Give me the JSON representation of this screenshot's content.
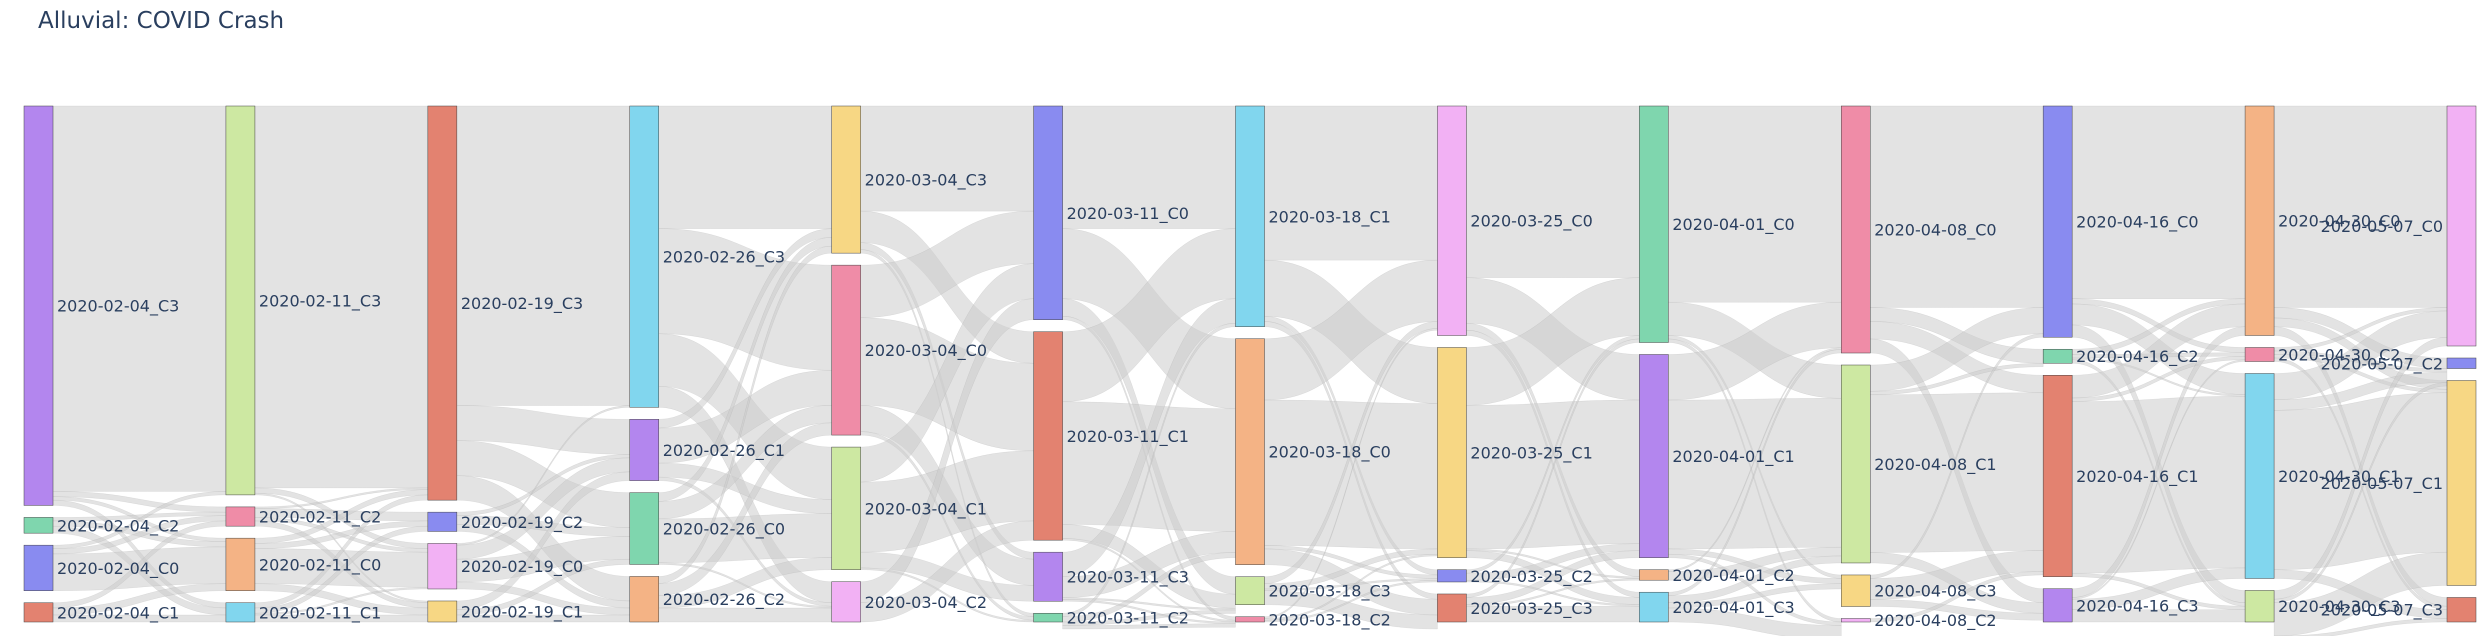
{
  "chart_data": {
    "type": "sankey",
    "title": "Alluvial: COVID Crash",
    "link_color": "#cccccc",
    "columns": [
      {
        "date": "2020-02-04",
        "nodes": [
          {
            "id": "2020-02-04_C3",
            "label": "2020-02-04_C3",
            "size": 228,
            "color": "#b386ee"
          },
          {
            "id": "2020-02-04_C2",
            "label": "2020-02-04_C2",
            "size": 9,
            "color": "#7fd6ae"
          },
          {
            "id": "2020-02-04_C0",
            "label": "2020-02-04_C0",
            "size": 26,
            "color": "#898bf0"
          },
          {
            "id": "2020-02-04_C1",
            "label": "2020-02-04_C1",
            "size": 11,
            "color": "#e38270"
          }
        ]
      },
      {
        "date": "2020-02-11",
        "nodes": [
          {
            "id": "2020-02-11_C3",
            "label": "2020-02-11_C3",
            "size": 222,
            "color": "#cde8a2"
          },
          {
            "id": "2020-02-11_C2",
            "label": "2020-02-11_C2",
            "size": 11,
            "color": "#ef8ca7"
          },
          {
            "id": "2020-02-11_C0",
            "label": "2020-02-11_C0",
            "size": 30,
            "color": "#f4b385"
          },
          {
            "id": "2020-02-11_C1",
            "label": "2020-02-11_C1",
            "size": 11,
            "color": "#81d6ee"
          }
        ]
      },
      {
        "date": "2020-02-19",
        "nodes": [
          {
            "id": "2020-02-19_C3",
            "label": "2020-02-19_C3",
            "size": 225,
            "color": "#e38270"
          },
          {
            "id": "2020-02-19_C2",
            "label": "2020-02-19_C2",
            "size": 11,
            "color": "#898bf0"
          },
          {
            "id": "2020-02-19_C0",
            "label": "2020-02-19_C0",
            "size": 26,
            "color": "#f2b1f4"
          },
          {
            "id": "2020-02-19_C1",
            "label": "2020-02-19_C1",
            "size": 12,
            "color": "#f7d784"
          }
        ]
      },
      {
        "date": "2020-02-26",
        "nodes": [
          {
            "id": "2020-02-26_C3",
            "label": "2020-02-26_C3",
            "size": 172,
            "color": "#81d6ee"
          },
          {
            "id": "2020-02-26_C1",
            "label": "2020-02-26_C1",
            "size": 35,
            "color": "#b386ee"
          },
          {
            "id": "2020-02-26_C0",
            "label": "2020-02-26_C0",
            "size": 41,
            "color": "#7fd6ae"
          },
          {
            "id": "2020-02-26_C2",
            "label": "2020-02-26_C2",
            "size": 26,
            "color": "#f4b385"
          }
        ]
      },
      {
        "date": "2020-03-04",
        "nodes": [
          {
            "id": "2020-03-04_C3",
            "label": "2020-03-04_C3",
            "size": 84,
            "color": "#f7d784"
          },
          {
            "id": "2020-03-04_C0",
            "label": "2020-03-04_C0",
            "size": 97,
            "color": "#ef8ca7"
          },
          {
            "id": "2020-03-04_C1",
            "label": "2020-03-04_C1",
            "size": 70,
            "color": "#cde8a2"
          },
          {
            "id": "2020-03-04_C2",
            "label": "2020-03-04_C2",
            "size": 23,
            "color": "#f2b1f4"
          }
        ]
      },
      {
        "date": "2020-03-11",
        "nodes": [
          {
            "id": "2020-03-11_C0",
            "label": "2020-03-11_C0",
            "size": 122,
            "color": "#898bf0"
          },
          {
            "id": "2020-03-11_C1",
            "label": "2020-03-11_C1",
            "size": 119,
            "color": "#e38270"
          },
          {
            "id": "2020-03-11_C3",
            "label": "2020-03-11_C3",
            "size": 28,
            "color": "#b386ee"
          },
          {
            "id": "2020-03-11_C2",
            "label": "2020-03-11_C2",
            "size": 5,
            "color": "#7fd6ae"
          }
        ]
      },
      {
        "date": "2020-03-18",
        "nodes": [
          {
            "id": "2020-03-18_C1",
            "label": "2020-03-18_C1",
            "size": 126,
            "color": "#81d6ee"
          },
          {
            "id": "2020-03-18_C0",
            "label": "2020-03-18_C0",
            "size": 129,
            "color": "#f4b385"
          },
          {
            "id": "2020-03-18_C3",
            "label": "2020-03-18_C3",
            "size": 16,
            "color": "#cde8a2"
          },
          {
            "id": "2020-03-18_C2",
            "label": "2020-03-18_C2",
            "size": 3,
            "color": "#ef8ca7"
          }
        ]
      },
      {
        "date": "2020-03-25",
        "nodes": [
          {
            "id": "2020-03-25_C0",
            "label": "2020-03-25_C0",
            "size": 131,
            "color": "#f2b1f4"
          },
          {
            "id": "2020-03-25_C1",
            "label": "2020-03-25_C1",
            "size": 120,
            "color": "#f7d784"
          },
          {
            "id": "2020-03-25_C2",
            "label": "2020-03-25_C2",
            "size": 7,
            "color": "#898bf0"
          },
          {
            "id": "2020-03-25_C3",
            "label": "2020-03-25_C3",
            "size": 16,
            "color": "#e38270"
          }
        ]
      },
      {
        "date": "2020-04-01",
        "nodes": [
          {
            "id": "2020-04-01_C0",
            "label": "2020-04-01_C0",
            "size": 135,
            "color": "#7fd6ae"
          },
          {
            "id": "2020-04-01_C1",
            "label": "2020-04-01_C1",
            "size": 116,
            "color": "#b386ee"
          },
          {
            "id": "2020-04-01_C2",
            "label": "2020-04-01_C2",
            "size": 6,
            "color": "#f4b385"
          },
          {
            "id": "2020-04-01_C3",
            "label": "2020-04-01_C3",
            "size": 17,
            "color": "#81d6ee"
          }
        ]
      },
      {
        "date": "2020-04-08",
        "nodes": [
          {
            "id": "2020-04-08_C0",
            "label": "2020-04-08_C0",
            "size": 141,
            "color": "#ef8ca7"
          },
          {
            "id": "2020-04-08_C1",
            "label": "2020-04-08_C1",
            "size": 113,
            "color": "#cde8a2"
          },
          {
            "id": "2020-04-08_C3",
            "label": "2020-04-08_C3",
            "size": 18,
            "color": "#f7d784"
          },
          {
            "id": "2020-04-08_C2",
            "label": "2020-04-08_C2",
            "size": 2,
            "color": "#f2b1f4"
          }
        ]
      },
      {
        "date": "2020-04-16",
        "nodes": [
          {
            "id": "2020-04-16_C0",
            "label": "2020-04-16_C0",
            "size": 132,
            "color": "#898bf0"
          },
          {
            "id": "2020-04-16_C2",
            "label": "2020-04-16_C2",
            "size": 8,
            "color": "#7fd6ae"
          },
          {
            "id": "2020-04-16_C1",
            "label": "2020-04-16_C1",
            "size": 115,
            "color": "#e38270"
          },
          {
            "id": "2020-04-16_C3",
            "label": "2020-04-16_C3",
            "size": 19,
            "color": "#b386ee"
          }
        ]
      },
      {
        "date": "2020-04-30",
        "nodes": [
          {
            "id": "2020-04-30_C0",
            "label": "2020-04-30_C0",
            "size": 131,
            "color": "#f4b385"
          },
          {
            "id": "2020-04-30_C2",
            "label": "2020-04-30_C2",
            "size": 8,
            "color": "#ef8ca7"
          },
          {
            "id": "2020-04-30_C1",
            "label": "2020-04-30_C1",
            "size": 117,
            "color": "#81d6ee"
          },
          {
            "id": "2020-04-30_C3",
            "label": "2020-04-30_C3",
            "size": 18,
            "color": "#cde8a2"
          }
        ]
      },
      {
        "date": "2020-05-07",
        "nodes": [
          {
            "id": "2020-05-07_C0",
            "label": "2020-05-07_C0",
            "size": 137,
            "color": "#f2b1f4"
          },
          {
            "id": "2020-05-07_C2",
            "label": "2020-05-07_C2",
            "size": 6,
            "color": "#898bf0"
          },
          {
            "id": "2020-05-07_C1",
            "label": "2020-05-07_C1",
            "size": 117,
            "color": "#f7d784"
          },
          {
            "id": "2020-05-07_C3",
            "label": "2020-05-07_C3",
            "size": 14,
            "color": "#e38270"
          }
        ]
      }
    ],
    "flows": [
      [
        [
          220,
          3,
          2,
          3
        ],
        [
          0,
          2,
          3,
          4
        ],
        [
          2,
          3,
          21,
          0
        ],
        [
          0,
          3,
          4,
          4
        ]
      ],
      [
        [
          218,
          0,
          3,
          1
        ],
        [
          1,
          5,
          2,
          3
        ],
        [
          3,
          3,
          20,
          4
        ],
        [
          3,
          3,
          1,
          4
        ]
      ],
      [
        [
          171,
          20,
          20,
          14
        ],
        [
          0,
          2,
          5,
          4
        ],
        [
          1,
          8,
          13,
          4
        ],
        [
          0,
          5,
          3,
          4
        ]
      ],
      [
        [
          70,
          60,
          30,
          12
        ],
        [
          5,
          20,
          8,
          2
        ],
        [
          5,
          10,
          25,
          1
        ],
        [
          4,
          7,
          7,
          8
        ]
      ],
      [
        [
          60,
          18,
          4,
          2
        ],
        [
          30,
          50,
          15,
          2
        ],
        [
          20,
          40,
          9,
          1
        ],
        [
          12,
          11,
          0,
          0
        ]
      ],
      [
        [
          70,
          40,
          10,
          2
        ],
        [
          40,
          70,
          8,
          1
        ],
        [
          14,
          12,
          1,
          1
        ],
        [
          2,
          3,
          2,
          2
        ]
      ],
      [
        [
          88,
          32,
          3,
          3
        ],
        [
          35,
          83,
          2,
          9
        ],
        [
          4,
          3,
          1,
          8
        ],
        [
          1,
          1,
          1,
          0
        ]
      ],
      [
        [
          98,
          26,
          4,
          3
        ],
        [
          33,
          82,
          1,
          4
        ],
        [
          2,
          4,
          0,
          1
        ],
        [
          2,
          4,
          1,
          9
        ]
      ],
      [
        [
          112,
          19,
          2,
          2
        ],
        [
          26,
          85,
          3,
          2
        ],
        [
          1,
          5,
          0,
          0
        ],
        [
          2,
          4,
          3,
          8
        ]
      ],
      [
        [
          115,
          8,
          10,
          8
        ],
        [
          15,
          2,
          90,
          6
        ],
        [
          2,
          0,
          12,
          4
        ],
        [
          0,
          0,
          2,
          0
        ]
      ],
      [
        [
          110,
          3,
          12,
          7
        ],
        [
          3,
          2,
          1,
          2
        ],
        [
          13,
          2,
          98,
          2
        ],
        [
          5,
          1,
          6,
          7
        ]
      ],
      [
        [
          115,
          6,
          5,
          5
        ],
        [
          2,
          2,
          2,
          2
        ],
        [
          15,
          6,
          91,
          5
        ],
        [
          5,
          2,
          19,
          2
        ]
      ]
    ]
  }
}
